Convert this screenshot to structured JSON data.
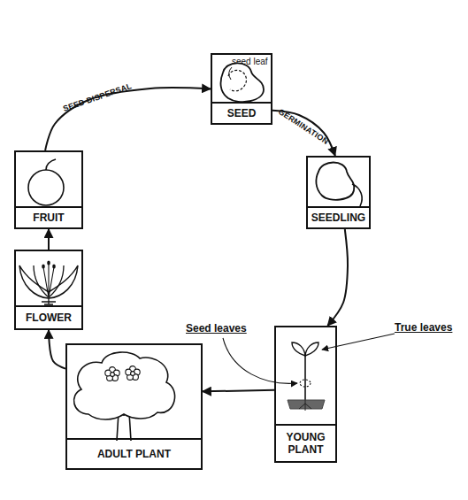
{
  "diagram": {
    "nodes": [
      {
        "text": [
          "seed leaf",
          "SEED"
        ]
      },
      {
        "text": [
          "SEEDLING"
        ]
      },
      {
        "text": [
          "YOUNG PLANT"
        ]
      },
      {
        "text": [
          "ADULT PLANT"
        ]
      },
      {
        "text": [
          "FLOWER"
        ]
      },
      {
        "text": [
          "FRUIT"
        ]
      }
    ],
    "edges": [
      {
        "from": 0,
        "to": 1,
        "label": "GERMINATION",
        "arrow": "to"
      },
      {
        "from": 1,
        "to": 2,
        "arrow": "to"
      },
      {
        "from": 2,
        "to": 3,
        "arrow": "to"
      },
      {
        "from": 3,
        "to": 4,
        "arrow": "to"
      },
      {
        "from": 4,
        "to": 5,
        "arrow": "to"
      },
      {
        "from": 5,
        "to": 0,
        "label": "SEED DISPERSAL",
        "arrow": "to"
      }
    ],
    "labels": [
      "Seed leaves",
      "True leaves"
    ]
  }
}
